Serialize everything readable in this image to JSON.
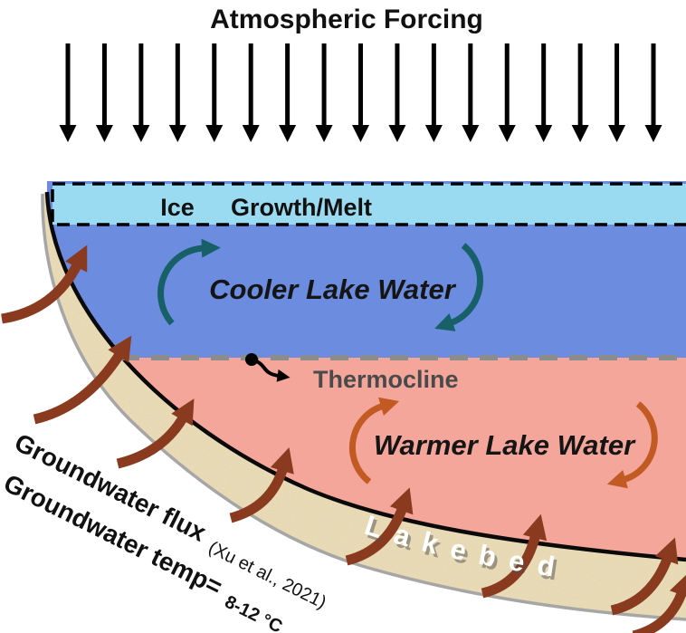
{
  "title": "Atmospheric Forcing",
  "atmosphere": {
    "arrow_count": 17
  },
  "ice": {
    "label_left": "Ice",
    "label_right": "Growth/Melt"
  },
  "upper_water": {
    "label": "Cooler Lake Water"
  },
  "lower_water": {
    "label": "Warmer Lake Water"
  },
  "thermocline": {
    "label": "Thermocline"
  },
  "lakebed": {
    "label": "Lakebed"
  },
  "groundwater": {
    "flux_label": "Groundwater flux",
    "flux_citation": "(Xu et al., 2021)",
    "temp_label": "Groundwater temp=",
    "temp_value": "8-12 °C",
    "arrow_count": 8
  },
  "colors": {
    "ice": "#9BDBF2",
    "cooler_water": "#6C8CE0",
    "warmer_water": "#F4A69A",
    "lakebed_sand": "#EADDB9",
    "cool_arrow": "#176068",
    "warm_arrow": "#C25A24",
    "groundwater_arrow": "#8A3A1E",
    "thermocline_line": "#8C8C8C",
    "thermocline_text": "#4A4A4A",
    "atmospheric_arrow": "#000000"
  }
}
